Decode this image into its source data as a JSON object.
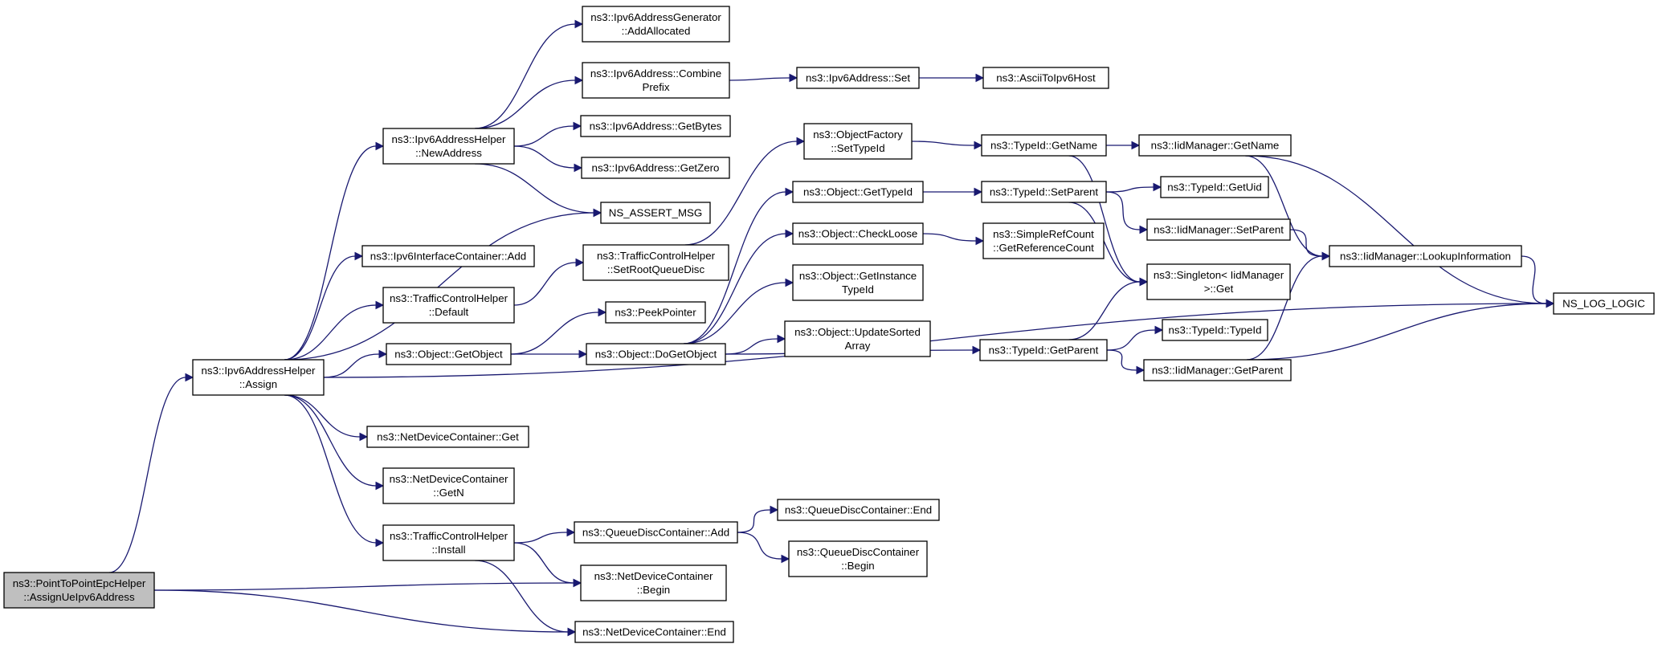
{
  "graph": {
    "edge_color": "#191970",
    "root_fill": "#bfbfbf",
    "node_fill": "#ffffff",
    "nodes": [
      {
        "id": "root",
        "lines": [
          "ns3::PointToPointEpcHelper",
          "::AssignUeIpv6Address"
        ],
        "root": true
      },
      {
        "id": "assign",
        "lines": [
          "ns3::Ipv6AddressHelper",
          "::Assign"
        ]
      },
      {
        "id": "ndc_begin",
        "lines": [
          "ns3::NetDeviceContainer",
          "::Begin"
        ]
      },
      {
        "id": "ndc_end",
        "lines": [
          "ns3::NetDeviceContainer::End"
        ]
      },
      {
        "id": "newaddr",
        "lines": [
          "ns3::Ipv6AddressHelper",
          "::NewAddress"
        ]
      },
      {
        "id": "ipv6ic_add",
        "lines": [
          "ns3::Ipv6InterfaceContainer::Add"
        ]
      },
      {
        "id": "tch_default",
        "lines": [
          "ns3::TrafficControlHelper",
          "::Default"
        ]
      },
      {
        "id": "obj_getobject",
        "lines": [
          "ns3::Object::GetObject"
        ]
      },
      {
        "id": "ndc_get",
        "lines": [
          "ns3::NetDeviceContainer::Get"
        ]
      },
      {
        "id": "ndc_getn",
        "lines": [
          "ns3::NetDeviceContainer",
          "::GetN"
        ]
      },
      {
        "id": "tch_install",
        "lines": [
          "ns3::TrafficControlHelper",
          "::Install"
        ]
      },
      {
        "id": "addrgen_addalloc",
        "lines": [
          "ns3::Ipv6AddressGenerator",
          "::AddAllocated"
        ]
      },
      {
        "id": "ipv6_combine",
        "lines": [
          "ns3::Ipv6Address::Combine",
          "Prefix"
        ]
      },
      {
        "id": "ipv6_getbytes",
        "lines": [
          "ns3::Ipv6Address::GetBytes"
        ]
      },
      {
        "id": "ipv6_getzero",
        "lines": [
          "ns3::Ipv6Address::GetZero"
        ]
      },
      {
        "id": "ns_assert",
        "lines": [
          "NS_ASSERT_MSG"
        ]
      },
      {
        "id": "tch_setroot",
        "lines": [
          "ns3::TrafficControlHelper",
          "::SetRootQueueDisc"
        ]
      },
      {
        "id": "peekpointer",
        "lines": [
          "ns3::PeekPointer"
        ]
      },
      {
        "id": "obj_dogetobject",
        "lines": [
          "ns3::Object::DoGetObject"
        ]
      },
      {
        "id": "qdc_add",
        "lines": [
          "ns3::QueueDiscContainer::Add"
        ]
      },
      {
        "id": "ipv6_set",
        "lines": [
          "ns3::Ipv6Address::Set"
        ]
      },
      {
        "id": "objfactory_settypeid",
        "lines": [
          "ns3::ObjectFactory",
          "::SetTypeId"
        ]
      },
      {
        "id": "obj_gettypeid",
        "lines": [
          "ns3::Object::GetTypeId"
        ]
      },
      {
        "id": "obj_checkloose",
        "lines": [
          "ns3::Object::CheckLoose"
        ]
      },
      {
        "id": "obj_getinstancetypeid",
        "lines": [
          "ns3::Object::GetInstance",
          "TypeId"
        ]
      },
      {
        "id": "obj_updatesorted",
        "lines": [
          "ns3::Object::UpdateSorted",
          "Array"
        ]
      },
      {
        "id": "qdc_end",
        "lines": [
          "ns3::QueueDiscContainer::End"
        ]
      },
      {
        "id": "qdc_begin",
        "lines": [
          "ns3::QueueDiscContainer",
          "::Begin"
        ]
      },
      {
        "id": "asciitoipv6host",
        "lines": [
          "ns3::AsciiToIpv6Host"
        ]
      },
      {
        "id": "typeid_getname",
        "lines": [
          "ns3::TypeId::GetName"
        ]
      },
      {
        "id": "typeid_setparent",
        "lines": [
          "ns3::TypeId::SetParent"
        ]
      },
      {
        "id": "simplerefcount",
        "lines": [
          "ns3::SimpleRefCount",
          "::GetReferenceCount"
        ]
      },
      {
        "id": "typeid_getparent",
        "lines": [
          "ns3::TypeId::GetParent"
        ]
      },
      {
        "id": "iidmgr_getname",
        "lines": [
          "ns3::IidManager::GetName"
        ]
      },
      {
        "id": "typeid_getuid",
        "lines": [
          "ns3::TypeId::GetUid"
        ]
      },
      {
        "id": "iidmgr_setparent",
        "lines": [
          "ns3::IidManager::SetParent"
        ]
      },
      {
        "id": "singleton_get",
        "lines": [
          "ns3::Singleton< IidManager",
          ">::Get"
        ]
      },
      {
        "id": "typeid_typeid",
        "lines": [
          "ns3::TypeId::TypeId"
        ]
      },
      {
        "id": "iidmgr_getparent",
        "lines": [
          "ns3::IidManager::GetParent"
        ]
      },
      {
        "id": "iidmgr_lookup",
        "lines": [
          "ns3::IidManager::LookupInformation"
        ]
      },
      {
        "id": "ns_log_logic",
        "lines": [
          "NS_LOG_LOGIC"
        ]
      }
    ],
    "edges": [
      [
        "root",
        "assign"
      ],
      [
        "root",
        "ndc_begin"
      ],
      [
        "root",
        "ndc_end"
      ],
      [
        "assign",
        "newaddr"
      ],
      [
        "assign",
        "ns_assert"
      ],
      [
        "assign",
        "ipv6ic_add"
      ],
      [
        "assign",
        "tch_default"
      ],
      [
        "assign",
        "obj_getobject"
      ],
      [
        "assign",
        "ndc_get"
      ],
      [
        "assign",
        "ndc_getn"
      ],
      [
        "assign",
        "tch_install"
      ],
      [
        "assign",
        "ns_log_logic"
      ],
      [
        "newaddr",
        "addrgen_addalloc"
      ],
      [
        "newaddr",
        "ipv6_combine"
      ],
      [
        "newaddr",
        "ipv6_getbytes"
      ],
      [
        "newaddr",
        "ipv6_getzero"
      ],
      [
        "newaddr",
        "ns_assert"
      ],
      [
        "ipv6_combine",
        "ipv6_set"
      ],
      [
        "ipv6_set",
        "asciitoipv6host"
      ],
      [
        "tch_default",
        "tch_setroot"
      ],
      [
        "tch_setroot",
        "objfactory_settypeid"
      ],
      [
        "objfactory_settypeid",
        "typeid_getname"
      ],
      [
        "obj_getobject",
        "peekpointer"
      ],
      [
        "obj_getobject",
        "obj_dogetobject"
      ],
      [
        "obj_dogetobject",
        "obj_gettypeid"
      ],
      [
        "obj_dogetobject",
        "obj_checkloose"
      ],
      [
        "obj_dogetobject",
        "obj_getinstancetypeid"
      ],
      [
        "obj_dogetobject",
        "obj_updatesorted"
      ],
      [
        "obj_dogetobject",
        "typeid_getparent"
      ],
      [
        "obj_gettypeid",
        "typeid_setparent"
      ],
      [
        "obj_checkloose",
        "simplerefcount"
      ],
      [
        "typeid_getname",
        "iidmgr_getname"
      ],
      [
        "typeid_getname",
        "singleton_get"
      ],
      [
        "typeid_setparent",
        "typeid_getuid"
      ],
      [
        "typeid_setparent",
        "iidmgr_setparent"
      ],
      [
        "typeid_setparent",
        "singleton_get"
      ],
      [
        "typeid_getparent",
        "singleton_get"
      ],
      [
        "typeid_getparent",
        "typeid_typeid"
      ],
      [
        "typeid_getparent",
        "iidmgr_getparent"
      ],
      [
        "iidmgr_getname",
        "iidmgr_lookup"
      ],
      [
        "iidmgr_getname",
        "ns_log_logic"
      ],
      [
        "iidmgr_setparent",
        "iidmgr_lookup"
      ],
      [
        "iidmgr_getparent",
        "iidmgr_lookup"
      ],
      [
        "iidmgr_getparent",
        "ns_log_logic"
      ],
      [
        "iidmgr_lookup",
        "ns_log_logic"
      ],
      [
        "tch_install",
        "qdc_add"
      ],
      [
        "tch_install",
        "ndc_begin"
      ],
      [
        "tch_install",
        "ndc_end"
      ],
      [
        "qdc_add",
        "qdc_end"
      ],
      [
        "qdc_add",
        "qdc_begin"
      ]
    ]
  }
}
